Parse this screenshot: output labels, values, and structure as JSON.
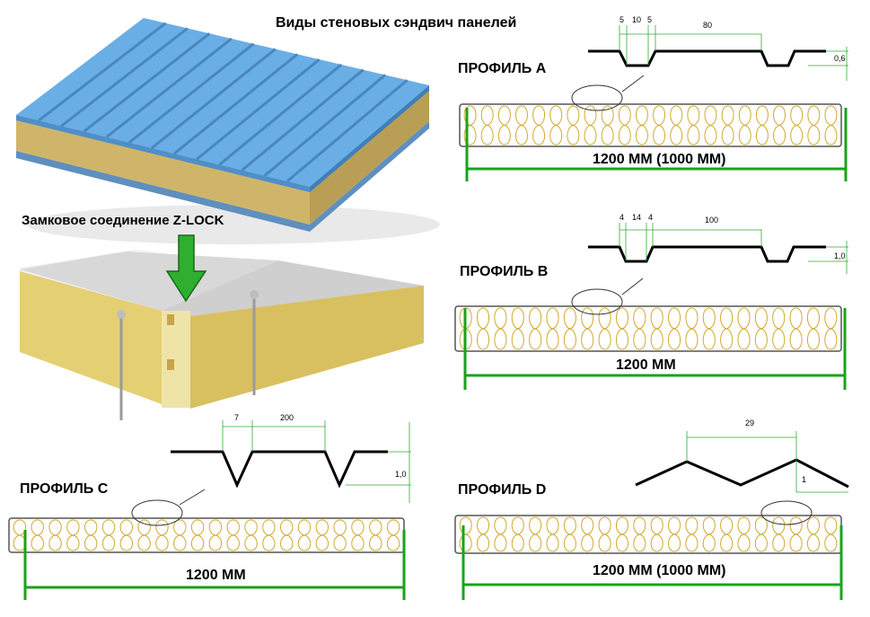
{
  "title": "Виды стеновых сэндвич панелей",
  "zlock_label": "Замковое соединение Z-LOCK",
  "colors": {
    "panel_blue": "#6aaee6",
    "mineral_wool": "#d8c27a",
    "dimension_green": "#1aa31a",
    "arrow_green": "#2fae2f",
    "wool_line": "#d2a92c"
  },
  "profiles": [
    {
      "label": "ПРОФИЛЬ А",
      "width_label": "1200 ММ (1000 ММ)",
      "dims": [
        "5",
        "10",
        "5",
        "80"
      ],
      "thickness": "0,6"
    },
    {
      "label": "ПРОФИЛЬ В",
      "width_label": "1200 ММ",
      "dims": [
        "4",
        "14",
        "4",
        "100"
      ],
      "thickness": "1,0"
    },
    {
      "label": "ПРОФИЛЬ С",
      "width_label": "1200 ММ",
      "dims": [
        "7",
        "200"
      ],
      "thickness": "1,0"
    },
    {
      "label": "ПРОФИЛЬ D",
      "width_label": "1200 ММ (1000 ММ)",
      "dims": [
        "29",
        "1"
      ]
    }
  ]
}
